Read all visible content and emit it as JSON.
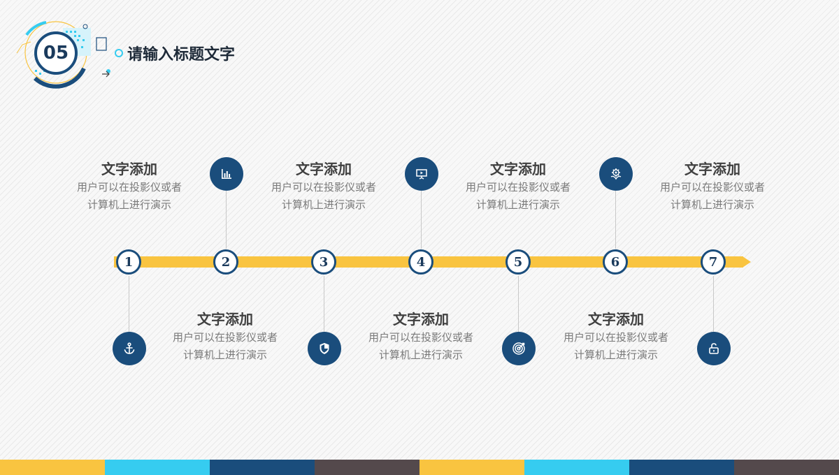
{
  "header": {
    "number": "05",
    "title": "请输入标题文字"
  },
  "steps": [
    "1",
    "2",
    "3",
    "4",
    "5",
    "6",
    "7"
  ],
  "cards": [
    {
      "title": "文字添加",
      "line1": "用户可以在投影仪或者",
      "line2": "计算机上进行演示"
    },
    {
      "title": "文字添加",
      "line1": "用户可以在投影仪或者",
      "line2": "计算机上进行演示"
    },
    {
      "title": "文字添加",
      "line1": "用户可以在投影仪或者",
      "line2": "计算机上进行演示"
    },
    {
      "title": "文字添加",
      "line1": "用户可以在投影仪或者",
      "line2": "计算机上进行演示"
    },
    {
      "title": "文字添加",
      "line1": "用户可以在投影仪或者",
      "line2": "计算机上进行演示"
    },
    {
      "title": "文字添加",
      "line1": "用户可以在投影仪或者",
      "line2": "计算机上进行演示"
    },
    {
      "title": "文字添加",
      "line1": "用户可以在投影仪或者",
      "line2": "计算机上进行演示"
    }
  ],
  "icons": [
    "anchor-icon",
    "bar-chart-icon",
    "shield-icon",
    "presentation-icon",
    "target-icon",
    "eco-gear-icon",
    "unlock-icon"
  ],
  "colors": {
    "navy": "#1a4d7c",
    "yellow": "#f9c440",
    "cyan": "#36ccf0",
    "dark_gray": "#54494c"
  }
}
